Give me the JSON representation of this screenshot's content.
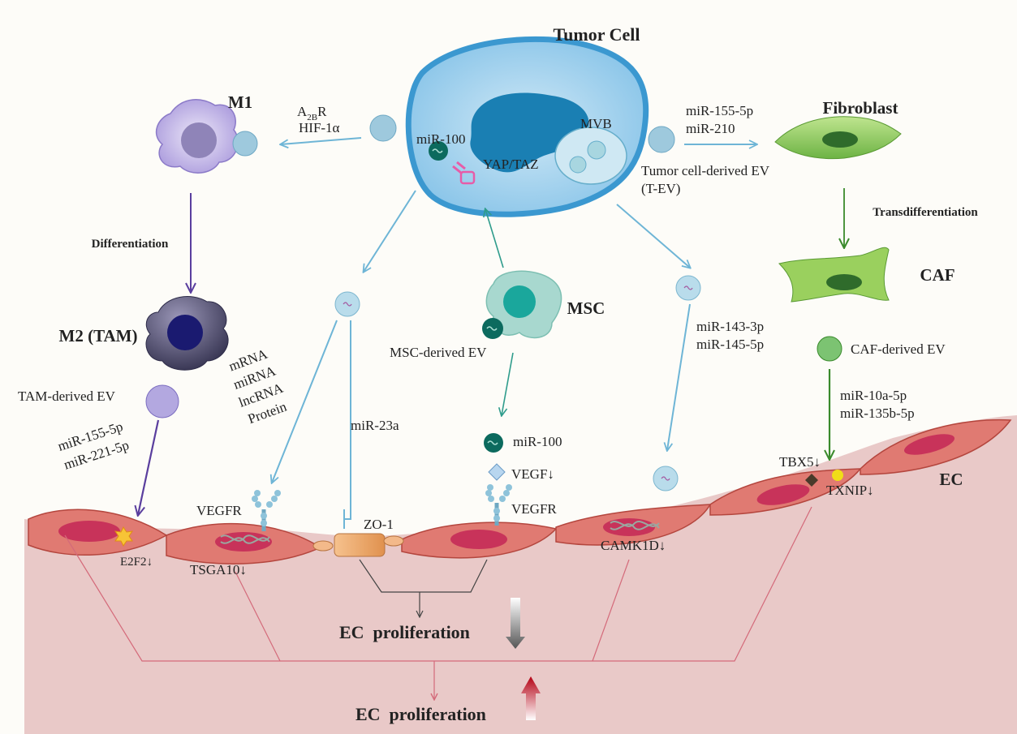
{
  "title": "Tumor Cell",
  "cells": {
    "m1": "M1",
    "m2": "M2 (TAM)",
    "msc": "MSC",
    "fibroblast": "Fibroblast",
    "caf": "CAF",
    "ec": "EC"
  },
  "tumor_cell": {
    "mir100": "miR-100",
    "yap_taz": "YAP/TAZ",
    "mvb": "MVB"
  },
  "m1_signals": {
    "a2br_main": "A",
    "a2br_sub": "2B",
    "a2br_end": "R",
    "hif": "HIF-1α"
  },
  "processes": {
    "differentiation": "Differentiation",
    "transdifferentiation": "Transdifferentiation"
  },
  "tev": {
    "mir155": "miR-155-5p",
    "mir210": "miR-210",
    "label1": "Tumor cell-derived EV",
    "label2": "(T-EV)"
  },
  "cargo": [
    "mRNA",
    "miRNA",
    "lncRNA",
    "Protein"
  ],
  "tam": {
    "ev_label": "TAM-derived EV",
    "mir155": "miR-155-5p",
    "mir221": "miR-221-5p",
    "target": "E2F2↓"
  },
  "msc_ev": {
    "label": "MSC-derived EV",
    "mir100": "miR-100",
    "vegf": "VEGF↓",
    "vegfr": "VEGFR"
  },
  "mir23a": "miR-23a",
  "zo1": "ZO-1",
  "vegfr_left": "VEGFR",
  "tsga10": "TSGA10↓",
  "mid_right": {
    "mir143": "miR-143-3p",
    "mir145": "miR-145-5p",
    "target": "CAMK1D↓"
  },
  "caf_ev": {
    "label": "CAF-derived EV",
    "mir10a": "miR-10a-5p",
    "mir135b": "miR-135b-5p",
    "tbx5": "TBX5↓",
    "txnip": "TXNIP↓"
  },
  "proliferation_down": "EC  proliferation",
  "proliferation_up": "EC  proliferation",
  "colors": {
    "tumor": "#8cc8ec",
    "tumor_border": "#3b98d0",
    "nucleus": "#1a7fb3",
    "m1": "#b3a6de",
    "m2": "#4c4a6e",
    "msc": "#a8d8cf",
    "fibroblast": "#86c45a",
    "caf": "#9ad05e",
    "ec_cell": "#e07a72",
    "tissue": "#e9c9c8",
    "arrow_blue": "#6eb5d6",
    "arrow_purple": "#5a3e9e",
    "arrow_green": "#3a8a2c",
    "arrow_teal": "#2f9c8c",
    "red_arrow": "#c8102e"
  }
}
